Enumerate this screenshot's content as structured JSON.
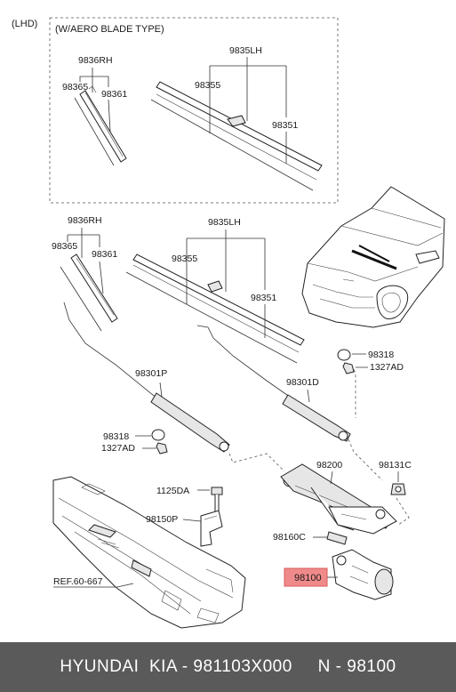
{
  "header": {
    "region": "(LHD)",
    "group_title": "(W/AERO BLADE TYPE)"
  },
  "top_group": {
    "rh_assy": "9836RH",
    "rh_insert": "98365",
    "rh_blade": "98361",
    "lh_assy": "9835LH",
    "lh_insert": "98355",
    "lh_blade": "98351"
  },
  "mid_group": {
    "rh_assy": "9836RH",
    "rh_insert": "98365",
    "rh_blade": "98361",
    "lh_assy": "9835LH",
    "lh_insert": "98355",
    "lh_blade": "98351"
  },
  "arms": {
    "passenger_arm": "98301P",
    "driver_arm": "98301D",
    "cap_left": "98318",
    "nut_left": "1327AD",
    "cap_right": "98318",
    "nut_right": "1327AD"
  },
  "linkage": {
    "linkage_assy": "98200",
    "grommet": "98131C",
    "bolt": "1125DA",
    "bracket": "98150P",
    "bracket2": "98160C",
    "motor": "98100",
    "reference": "REF.60-667"
  },
  "colors": {
    "highlight": "#f08a8a",
    "footer_bg": "#5a5a5a"
  },
  "footer": {
    "text": "HYUNDAI  KIA - 981103X000     N - 98100"
  }
}
